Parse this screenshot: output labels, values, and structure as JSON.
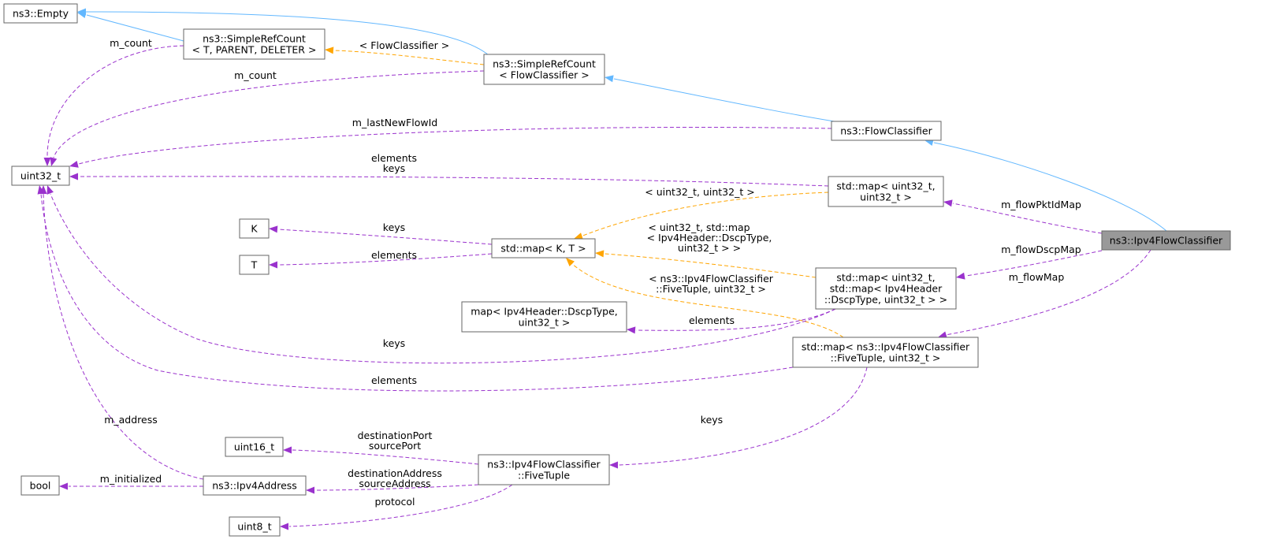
{
  "colors": {
    "usage_edge": "#9a32cd",
    "template_edge": "#ffa500",
    "inherit_edge": "#63b8ff",
    "highlight_fill": "#999999",
    "node_border": "#666666"
  },
  "nodes": {
    "ns3_empty": [
      "ns3::Empty"
    ],
    "simplerefcount_generic": [
      "ns3::SimpleRefCount",
      "< T, PARENT, DELETER >"
    ],
    "simplerefcount_fc": [
      "ns3::SimpleRefCount",
      "< FlowClassifier >"
    ],
    "flowclassifier": [
      "ns3::FlowClassifier"
    ],
    "ipv4flowclassifier": [
      "ns3::Ipv4FlowClassifier"
    ],
    "uint32": [
      "uint32_t"
    ],
    "map_u32_u32": [
      "std::map< uint32_t,",
      "uint32_t >"
    ],
    "K": [
      "K"
    ],
    "T": [
      "T"
    ],
    "map_KT": [
      "std::map< K, T >"
    ],
    "map_u32_dscp": [
      "std::map< uint32_t,",
      "std::map< Ipv4Header",
      "::DscpType, uint32_t > >"
    ],
    "map_dscp": [
      "map< Ipv4Header::DscpType,",
      "uint32_t >"
    ],
    "map_fivetuple": [
      "std::map< ns3::Ipv4FlowClassifier",
      "::FiveTuple, uint32_t >"
    ],
    "uint16": [
      "uint16_t"
    ],
    "bool": [
      "bool"
    ],
    "ipv4address": [
      "ns3::Ipv4Address"
    ],
    "fivetuple": [
      "ns3::Ipv4FlowClassifier",
      "::FiveTuple"
    ],
    "uint8": [
      "uint8_t"
    ]
  },
  "edges": [
    {
      "id": "srcg-empty",
      "type": "inherit",
      "label": []
    },
    {
      "id": "srcf-empty",
      "type": "inherit",
      "label": []
    },
    {
      "id": "fc-srcf",
      "type": "inherit",
      "label": []
    },
    {
      "id": "ipv4fc-fc",
      "type": "inherit",
      "label": []
    },
    {
      "id": "srcf-srcg",
      "type": "template",
      "label": [
        "< FlowClassifier >"
      ]
    },
    {
      "id": "srcg-uint32",
      "type": "usage",
      "label": [
        "m_count"
      ]
    },
    {
      "id": "srcf-uint32",
      "type": "usage",
      "label": [
        "m_count"
      ]
    },
    {
      "id": "fc-uint32",
      "type": "usage",
      "label": [
        "m_lastNewFlowId"
      ]
    },
    {
      "id": "mapuu-uint32",
      "type": "usage",
      "label": [
        "elements",
        "keys"
      ]
    },
    {
      "id": "mapuu-mapkt",
      "type": "template",
      "label": [
        "< uint32_t, uint32_t >"
      ]
    },
    {
      "id": "ipv4fc-mapuu",
      "type": "usage",
      "label": [
        "m_flowPktIdMap"
      ]
    },
    {
      "id": "mapkt-K",
      "type": "usage",
      "label": [
        "keys"
      ]
    },
    {
      "id": "mapkt-T",
      "type": "usage",
      "label": [
        "elements"
      ]
    },
    {
      "id": "mapud-mapkt",
      "type": "template",
      "label": [
        "< uint32_t, std::map",
        "< Ipv4Header::DscpType,",
        "uint32_t > >"
      ]
    },
    {
      "id": "ipv4fc-mapud",
      "type": "usage",
      "label": [
        "m_flowDscpMap"
      ]
    },
    {
      "id": "mapft-mapkt",
      "type": "template",
      "label": [
        "< ns3::Ipv4FlowClassifier",
        "::FiveTuple, uint32_t >"
      ]
    },
    {
      "id": "mapud-mapdscp",
      "type": "usage",
      "label": [
        "elements"
      ]
    },
    {
      "id": "mapud-uint32",
      "type": "usage",
      "label": [
        "keys"
      ]
    },
    {
      "id": "mapft-uint32",
      "type": "usage",
      "label": [
        "elements"
      ]
    },
    {
      "id": "ipv4fc-mapft",
      "type": "usage",
      "label": [
        "m_flowMap"
      ]
    },
    {
      "id": "mapft-fivetuple",
      "type": "usage",
      "label": [
        "keys"
      ]
    },
    {
      "id": "ipv4addr-uint32",
      "type": "usage",
      "label": [
        "m_address"
      ]
    },
    {
      "id": "ipv4addr-bool",
      "type": "usage",
      "label": [
        "m_initialized"
      ]
    },
    {
      "id": "fivetuple-uint16",
      "type": "usage",
      "label": [
        "destinationPort",
        "sourcePort"
      ]
    },
    {
      "id": "fivetuple-ipv4addr",
      "type": "usage",
      "label": [
        "destinationAddress",
        "sourceAddress"
      ]
    },
    {
      "id": "fivetuple-uint8",
      "type": "usage",
      "label": [
        "protocol"
      ]
    }
  ]
}
